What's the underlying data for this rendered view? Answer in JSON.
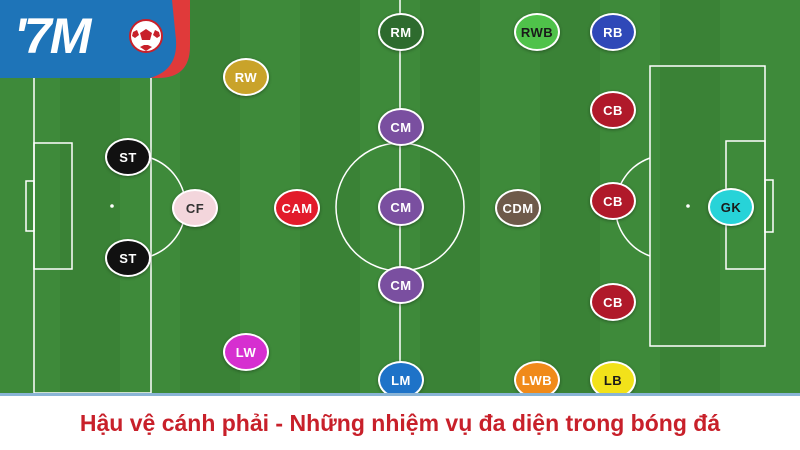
{
  "brand": {
    "logo_text": "'7M"
  },
  "caption": "Hậu vệ cánh phải - Những nhiệm vụ đa diện trong bóng đá",
  "positions": [
    {
      "label": "RM",
      "color": "#2e6b2e",
      "text_color": "#ffffff"
    },
    {
      "label": "RWB",
      "color": "#4fc24a",
      "text_color": "#1a1a1a"
    },
    {
      "label": "RB",
      "color": "#2f48b8",
      "text_color": "#ffffff"
    },
    {
      "label": "RW",
      "color": "#c9a32a",
      "text_color": "#ffffff"
    },
    {
      "label": "CM",
      "color": "#7a4fa0",
      "text_color": "#ffffff"
    },
    {
      "label": "CB",
      "color": "#b0192a",
      "text_color": "#ffffff"
    },
    {
      "label": "ST",
      "color": "#111111",
      "text_color": "#ffffff"
    },
    {
      "label": "CF",
      "color": "#f3d6dc",
      "text_color": "#333333"
    },
    {
      "label": "CAM",
      "color": "#e21b2b",
      "text_color": "#ffffff"
    },
    {
      "label": "CM",
      "color": "#7a4fa0",
      "text_color": "#ffffff"
    },
    {
      "label": "CDM",
      "color": "#6e5a4a",
      "text_color": "#ffffff"
    },
    {
      "label": "CB",
      "color": "#b0192a",
      "text_color": "#ffffff"
    },
    {
      "label": "GK",
      "color": "#27d3d8",
      "text_color": "#1a1a1a"
    },
    {
      "label": "ST",
      "color": "#111111",
      "text_color": "#ffffff"
    },
    {
      "label": "CM",
      "color": "#7a4fa0",
      "text_color": "#ffffff"
    },
    {
      "label": "CB",
      "color": "#b0192a",
      "text_color": "#ffffff"
    },
    {
      "label": "LW",
      "color": "#d62fd0",
      "text_color": "#ffffff"
    },
    {
      "label": "LM",
      "color": "#1e73c8",
      "text_color": "#ffffff"
    },
    {
      "label": "LWB",
      "color": "#f08a1a",
      "text_color": "#ffffff"
    },
    {
      "label": "LB",
      "color": "#f2e21a",
      "text_color": "#1a1a1a"
    }
  ],
  "colors": {
    "pitch": "#3e8a3a",
    "stripe": "#3a8236",
    "lines": "#ffffff",
    "logo_bg": "#1e74b8",
    "logo_accent": "#e03a3a",
    "caption_text": "#c8202a"
  }
}
